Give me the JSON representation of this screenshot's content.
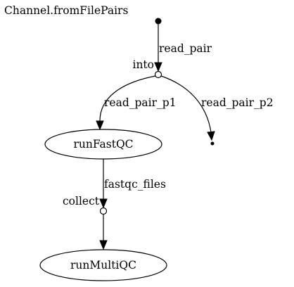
{
  "nodes": {
    "source_label": "Channel.fromFilePairs",
    "into_label": "into",
    "collect_label": "collect",
    "run_fastqc": "runFastQC",
    "run_multiqc": "runMultiQC"
  },
  "edges": {
    "read_pair": "read_pair",
    "read_pair_p1": "read_pair_p1",
    "read_pair_p2": "read_pair_p2",
    "fastqc_files": "fastqc_files"
  }
}
